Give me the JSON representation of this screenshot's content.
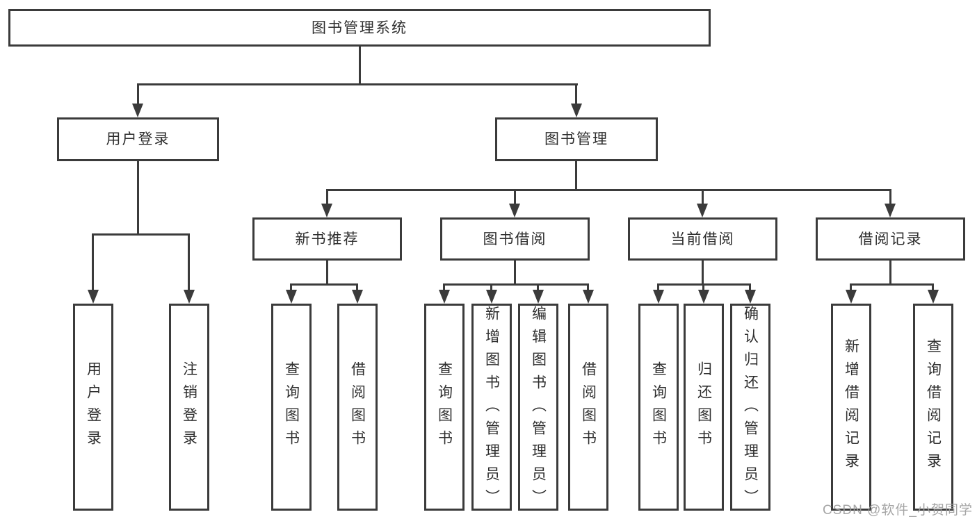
{
  "diagram": {
    "root": {
      "label": "图书管理系统"
    },
    "level2": [
      {
        "label": "用户登录"
      },
      {
        "label": "图书管理"
      }
    ],
    "level3": [
      {
        "label": "新书推荐"
      },
      {
        "label": "图书借阅"
      },
      {
        "label": "当前借阅"
      },
      {
        "label": "借阅记录"
      }
    ],
    "leaves": [
      {
        "label": "用户登录"
      },
      {
        "label": "注销登录"
      },
      {
        "label": "查询图书"
      },
      {
        "label": "借阅图书"
      },
      {
        "label": "查询图书"
      },
      {
        "label": "新增图书（管理员）"
      },
      {
        "label": "编辑图书（管理员）"
      },
      {
        "label": "借阅图书"
      },
      {
        "label": "查询图书"
      },
      {
        "label": "归还图书"
      },
      {
        "label": "确认归还（管理员）"
      },
      {
        "label": "新增借阅记录"
      },
      {
        "label": "查询借阅记录"
      }
    ]
  },
  "watermark": {
    "text": "CSDN @软件_小贺同学"
  },
  "colors": {
    "line": "#3b3b3b",
    "text": "#2e2e2e",
    "background": "#ffffff",
    "watermark": "#9e9e9e"
  }
}
